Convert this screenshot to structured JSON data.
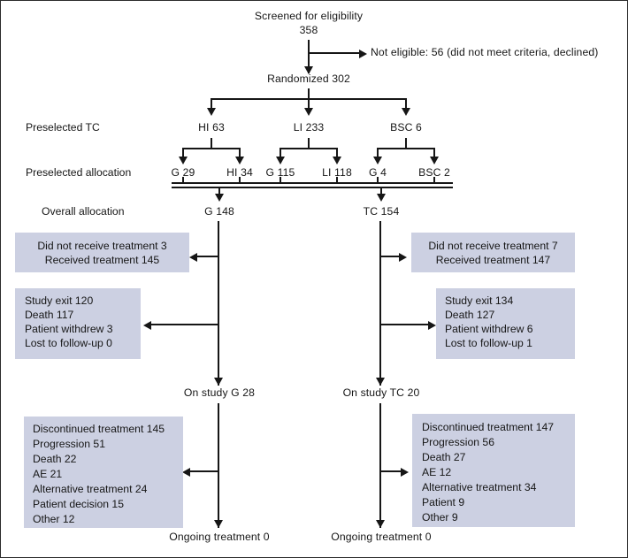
{
  "figure": {
    "type": "consort-flow-diagram",
    "title_node": {
      "label": "Screened for eligibility",
      "value": "358"
    },
    "excluded_node": {
      "label": "Not eligible: 56 (did not meet criteria, declined)"
    },
    "randomized_node": {
      "label": "Randomized 302"
    },
    "row_labels": {
      "preselected_tc": "Preselected TC",
      "preselected_allocation": "Preselected allocation",
      "overall_allocation": "Overall allocation"
    },
    "preselected_tc": [
      {
        "label": "HI 63"
      },
      {
        "label": "LI 233"
      },
      {
        "label": "BSC 6"
      }
    ],
    "preselected_allocation": [
      {
        "label": "G 29"
      },
      {
        "label": "HI 34"
      },
      {
        "label": "G 115"
      },
      {
        "label": "LI 118"
      },
      {
        "label": "G 4"
      },
      {
        "label": "BSC 2"
      }
    ],
    "overall_allocation": [
      {
        "label": "G 148"
      },
      {
        "label": "TC 154"
      }
    ],
    "arms": {
      "left": {
        "name": "G",
        "received": {
          "lines": [
            "Did not receive treatment 3",
            "Received treatment 145"
          ]
        },
        "study_exit": {
          "lines": [
            "Study exit 120",
            "Death 117",
            "Patient withdrew 3",
            "Lost to follow-up 0"
          ]
        },
        "on_study": "On study G 28",
        "discontinued": {
          "lines": [
            "Discontinued treatment 145",
            "Progression 51",
            "Death 22",
            "AE 21",
            "Alternative treatment 24",
            "Patient decision 15",
            "Other 12"
          ]
        },
        "ongoing": "Ongoing treatment 0"
      },
      "right": {
        "name": "TC",
        "received": {
          "lines": [
            "Did not receive treatment 7",
            "Received treatment 147"
          ]
        },
        "study_exit": {
          "lines": [
            "Study exit 134",
            "Death 127",
            "Patient withdrew 6",
            "Lost to follow-up 1"
          ]
        },
        "on_study": "On study TC 20",
        "discontinued": {
          "lines": [
            "Discontinued treatment 147",
            "Progression 56",
            "Death 27",
            "AE 12",
            "Alternative treatment 34",
            "Patient 9",
            "Other 9"
          ]
        },
        "ongoing": "Ongoing treatment 0"
      }
    },
    "colors": {
      "box_fill": "#ccd0e2",
      "line": "#161616",
      "text": "#161616",
      "background": "#ffffff",
      "border": "#2b2b2b"
    }
  }
}
